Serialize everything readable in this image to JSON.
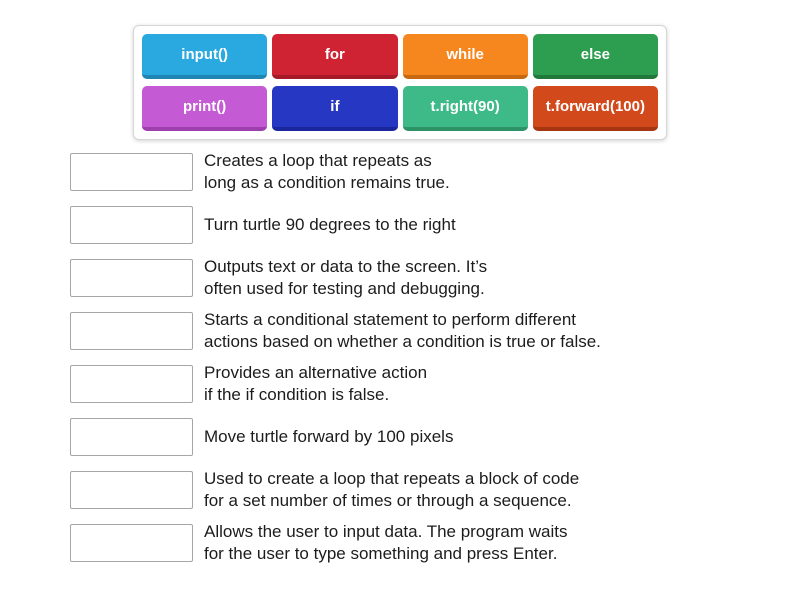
{
  "tile_bank": {
    "tiles": [
      {
        "label": "input()",
        "color": "#29a9e0",
        "edge": "#1f86b3"
      },
      {
        "label": "for",
        "color": "#cf2233",
        "edge": "#a61929"
      },
      {
        "label": "while",
        "color": "#f6871f",
        "edge": "#c8690f"
      },
      {
        "label": "else",
        "color": "#2d9e4f",
        "edge": "#20793a"
      },
      {
        "label": "print()",
        "color": "#c45ad4",
        "edge": "#9d3fad"
      },
      {
        "label": "if",
        "color": "#2637c4",
        "edge": "#1a279c"
      },
      {
        "label": "t.right(90)",
        "color": "#3eba88",
        "edge": "#2d9367"
      },
      {
        "label": "t.forward(100)",
        "color": "#d2491c",
        "edge": "#a63512"
      }
    ]
  },
  "matches": [
    {
      "description": [
        "Creates a loop that repeats as",
        "long as a condition remains true."
      ]
    },
    {
      "description": [
        "Turn turtle 90 degrees to the right"
      ]
    },
    {
      "description": [
        "Outputs text or data to the screen. It’s",
        "often used for testing and debugging."
      ]
    },
    {
      "description": [
        "Starts a conditional statement to perform different",
        "actions based on whether a condition is true or false."
      ]
    },
    {
      "description": [
        "Provides an alternative action",
        "if the if condition is false."
      ]
    },
    {
      "description": [
        "Move turtle forward by 100 pixels"
      ]
    },
    {
      "description": [
        "Used to create a loop that repeats a block of code",
        "for a set number of times or through a sequence."
      ]
    },
    {
      "description": [
        "Allows the user to input data. The program waits",
        "for the user to type something and press Enter."
      ]
    }
  ]
}
